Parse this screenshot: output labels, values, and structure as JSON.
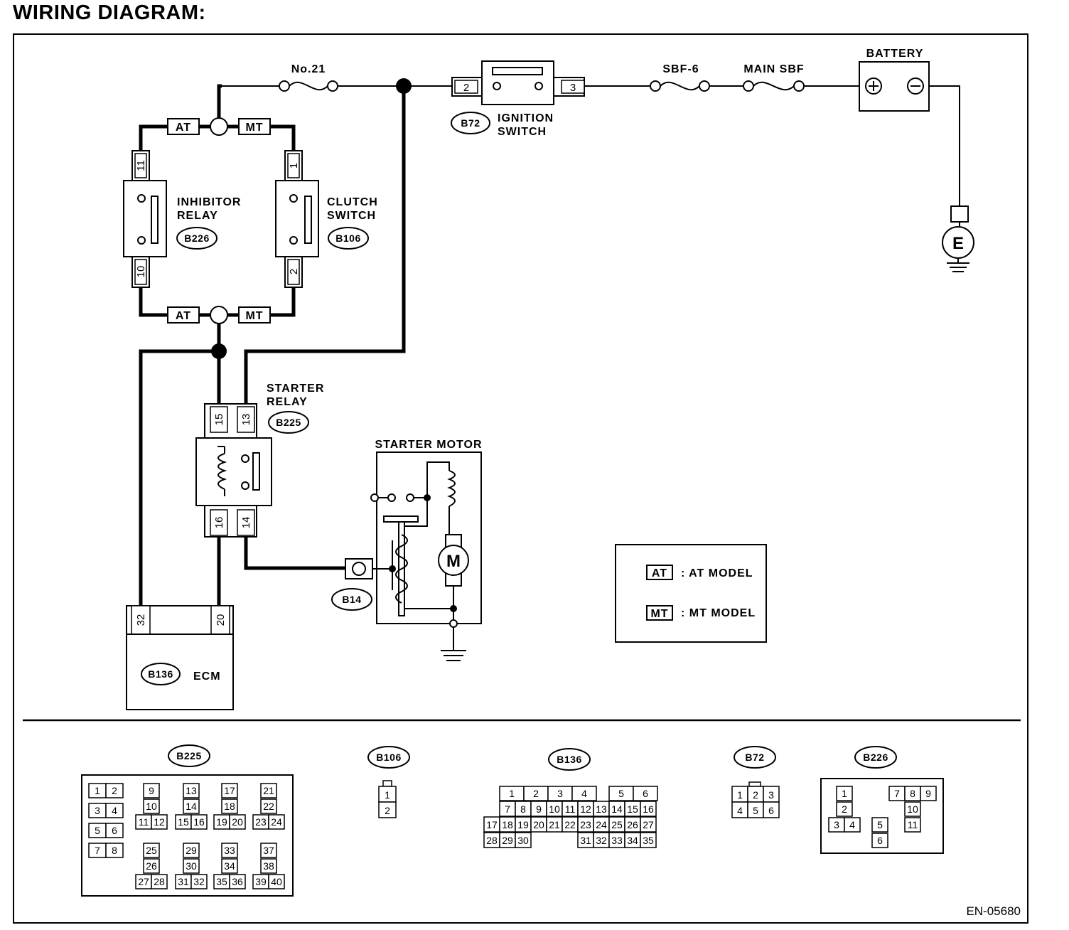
{
  "title": "WIRING DIAGRAM:",
  "footer_code": "EN-05680",
  "labels": {
    "fuse_21": "No.21",
    "sbf6": "SBF-6",
    "main_sbf": "MAIN SBF",
    "battery": "BATTERY",
    "ignition_line1": "IGNITION",
    "ignition_line2": "SWITCH",
    "inhibitor_line1": "INHIBITOR",
    "inhibitor_line2": "RELAY",
    "clutch_line1": "CLUTCH",
    "clutch_line2": "SWITCH",
    "starter_relay_line1": "STARTER",
    "starter_relay_line2": "RELAY",
    "starter_motor": "STARTER MOTOR",
    "ecm": "ECM",
    "motor_symbol": "M",
    "ground_symbol": "E",
    "at_tag": "AT",
    "mt_tag": "MT"
  },
  "pins": {
    "ign_in": "2",
    "ign_out": "3",
    "inh_top": "11",
    "inh_bot": "10",
    "clu_top": "1",
    "clu_bot": "2",
    "sr_15": "15",
    "sr_13": "13",
    "sr_16": "16",
    "sr_14": "14",
    "ecm_32": "32",
    "ecm_20": "20"
  },
  "connectors": {
    "ignition": "B72",
    "inhibitor": "B226",
    "clutch": "B106",
    "starter_relay": "B225",
    "starter_motor": "B14",
    "ecm": "B136"
  },
  "legend": [
    {
      "tag": "AT",
      "text": ": AT MODEL"
    },
    {
      "tag": "MT",
      "text": ": MT MODEL"
    }
  ],
  "connector_views": {
    "B225": {
      "code": "B225",
      "pin_groups": [
        [
          "1",
          "2",
          "3",
          "4",
          "5",
          "6",
          "7",
          "8"
        ],
        [
          "9",
          "10",
          "11",
          "12"
        ],
        [
          "13",
          "14",
          "15",
          "16"
        ],
        [
          "17",
          "18",
          "19",
          "20"
        ],
        [
          "21",
          "22",
          "23",
          "24"
        ],
        [
          "25",
          "26",
          "27",
          "28"
        ],
        [
          "29",
          "30",
          "31",
          "32"
        ],
        [
          "33",
          "34",
          "35",
          "36"
        ],
        [
          "37",
          "38",
          "39",
          "40"
        ]
      ]
    },
    "B106": {
      "code": "B106",
      "pins": [
        "1",
        "2"
      ]
    },
    "B136": {
      "code": "B136",
      "rows": [
        [
          "1",
          "2",
          "3",
          "4",
          "5",
          "6"
        ],
        [
          "7",
          "8",
          "9",
          "10",
          "11",
          "12",
          "13",
          "14",
          "15",
          "16"
        ],
        [
          "17",
          "18",
          "19",
          "20",
          "21",
          "22",
          "23",
          "24",
          "25",
          "26",
          "27"
        ],
        [
          "28",
          "29",
          "30",
          "31",
          "32",
          "33",
          "34",
          "35"
        ]
      ]
    },
    "B72": {
      "code": "B72",
      "rows": [
        [
          "1",
          "2",
          "3"
        ],
        [
          "4",
          "5",
          "6"
        ]
      ]
    },
    "B226": {
      "code": "B226",
      "pins": [
        "1",
        "2",
        "3",
        "4",
        "5",
        "6",
        "7",
        "8",
        "9",
        "10",
        "11"
      ]
    }
  }
}
